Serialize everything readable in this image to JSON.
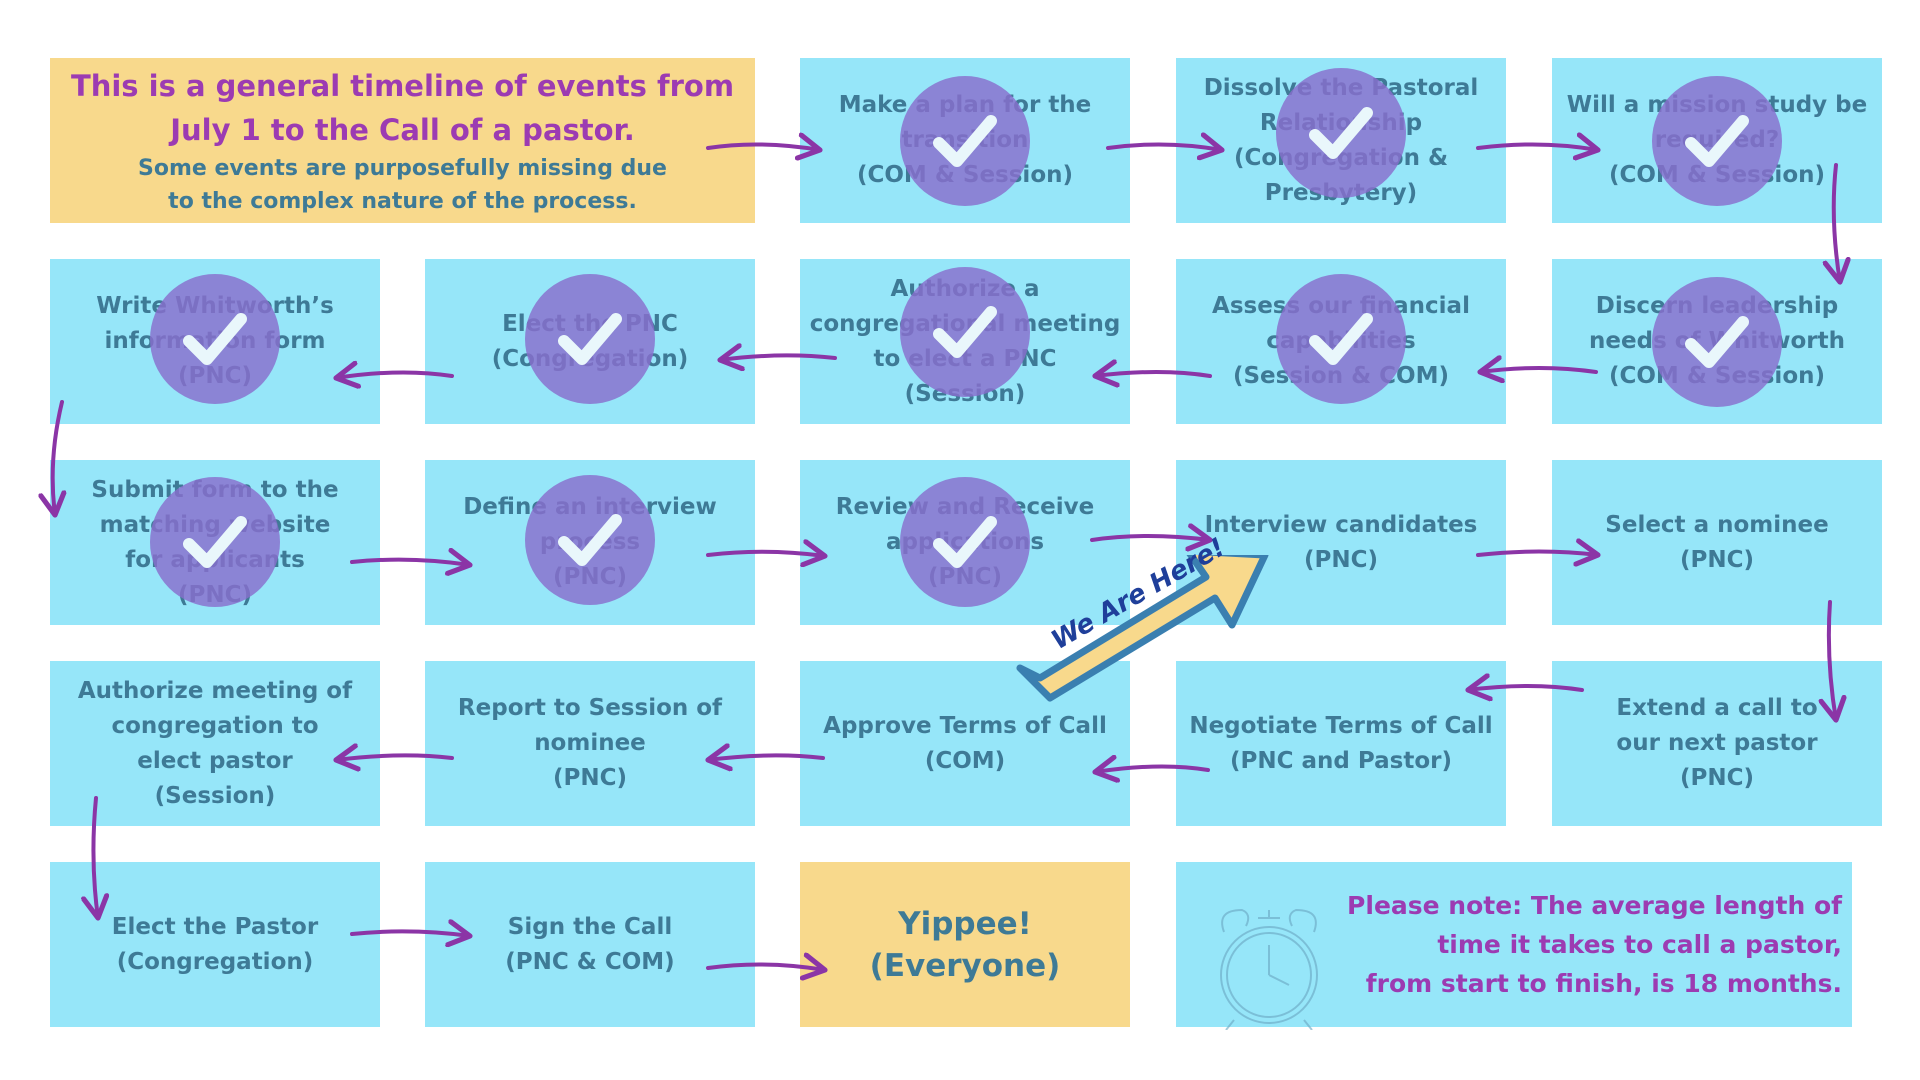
{
  "intro": {
    "title_lines": [
      "This is a general timeline of events from",
      "July 1 to the Call of a pastor."
    ],
    "subtitle_lines": [
      "Some events are purposefully missing due",
      "to the complex nature of the process."
    ]
  },
  "steps": [
    {
      "lines": [
        "Make a plan for the",
        "transition",
        "(COM & Session)"
      ],
      "done": true
    },
    {
      "lines": [
        "Dissolve the Pastoral",
        "Relationship",
        "(Congregation &",
        "Presbytery)"
      ],
      "done": true
    },
    {
      "lines": [
        "Will a mission study be",
        "required?",
        "(COM & Session)"
      ],
      "done": true
    },
    {
      "lines": [
        "Discern leadership",
        "needs of Whitworth",
        "(COM & Session)"
      ],
      "done": true
    },
    {
      "lines": [
        "Assess our financial",
        "capabilities",
        "(Session & COM)"
      ],
      "done": true
    },
    {
      "lines": [
        "Authorize a",
        "congregational meeting",
        "to elect a PNC",
        "(Session)"
      ],
      "done": true
    },
    {
      "lines": [
        "Elect the PNC",
        "(Congregation)"
      ],
      "done": true
    },
    {
      "lines": [
        "Write Whitworth’s",
        "information form",
        "(PNC)"
      ],
      "done": true
    },
    {
      "lines": [
        "Submit form to the",
        "matching website",
        "for applicants",
        "(PNC)"
      ],
      "done": true
    },
    {
      "lines": [
        "Define an interview",
        "process",
        "(PNC)"
      ],
      "done": true
    },
    {
      "lines": [
        "Review and Receive",
        "applications",
        "(PNC)"
      ],
      "done": true
    },
    {
      "lines": [
        "Interview candidates",
        "(PNC)"
      ],
      "done": false
    },
    {
      "lines": [
        "Select a nominee",
        "(PNC)"
      ],
      "done": false
    },
    {
      "lines": [
        "Extend a call to",
        "our next pastor",
        "(PNC)"
      ],
      "done": false
    },
    {
      "lines": [
        "Negotiate Terms of Call",
        "(PNC and Pastor)"
      ],
      "done": false
    },
    {
      "lines": [
        "Approve Terms of Call",
        "(COM)"
      ],
      "done": false
    },
    {
      "lines": [
        "Report to Session of",
        "nominee",
        "(PNC)"
      ],
      "done": false
    },
    {
      "lines": [
        "Authorize meeting of",
        "congregation to",
        "elect pastor",
        "(Session)"
      ],
      "done": false
    },
    {
      "lines": [
        "Elect the Pastor",
        "(Congregation)"
      ],
      "done": false
    },
    {
      "lines": [
        "Sign the Call",
        "(PNC & COM)"
      ],
      "done": false
    }
  ],
  "final": {
    "lines": [
      "Yippee!",
      "(Everyone)"
    ]
  },
  "note": {
    "lines": [
      "Please note: The average length of",
      "time it takes to call a pastor,",
      "from start to finish, is 18 months."
    ]
  },
  "marker": {
    "label": "We Are Here!"
  },
  "colors": {
    "box": "#96e6f9",
    "highlight": "#f8d98c",
    "arrow": "#8b35a6",
    "check": "#896ecd",
    "text": "#3e7a96",
    "title": "#9c3bb2"
  }
}
